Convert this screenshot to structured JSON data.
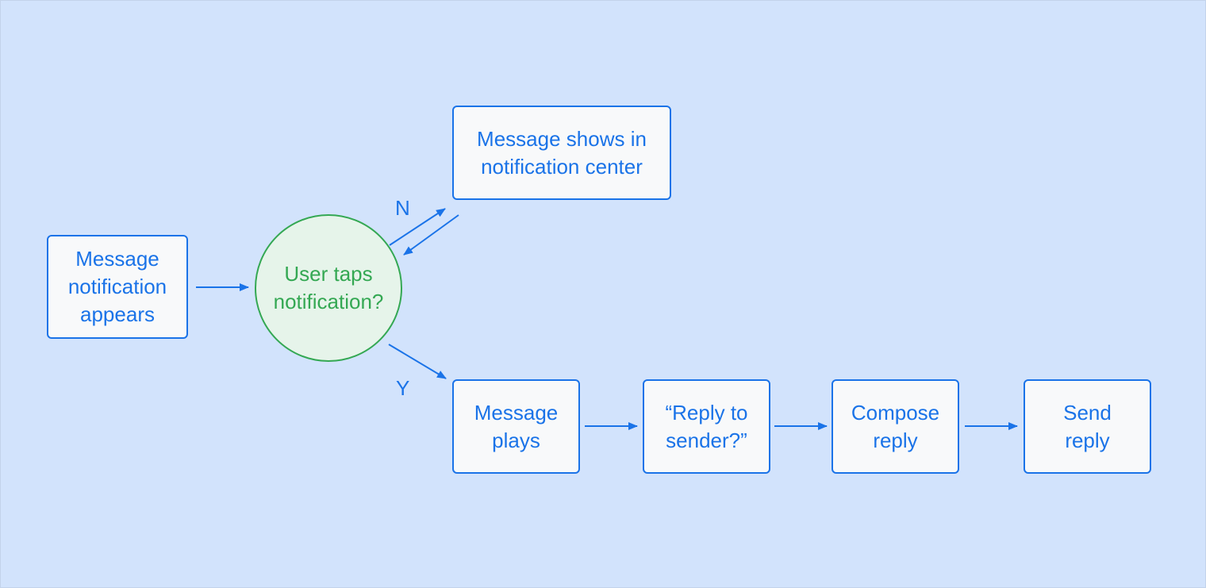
{
  "diagram": {
    "colors": {
      "background": "#d2e3fc",
      "box_fill": "#f8f9fa",
      "box_border": "#1a73e8",
      "box_text": "#1a73e8",
      "decision_fill": "#e6f4ea",
      "decision_border": "#34a853",
      "decision_text": "#34a853",
      "arrow": "#1a73e8"
    },
    "nodes": {
      "notification_appears": "Message\nnotification\nappears",
      "decision": "User taps\nnotification?",
      "notification_center": "Message shows in\nnotification center",
      "message_plays": "Message\nplays",
      "reply_prompt": "“Reply to\nsender?”",
      "compose_reply": "Compose\nreply",
      "send_reply": "Send\nreply"
    },
    "branches": {
      "no": "N",
      "yes": "Y"
    }
  }
}
